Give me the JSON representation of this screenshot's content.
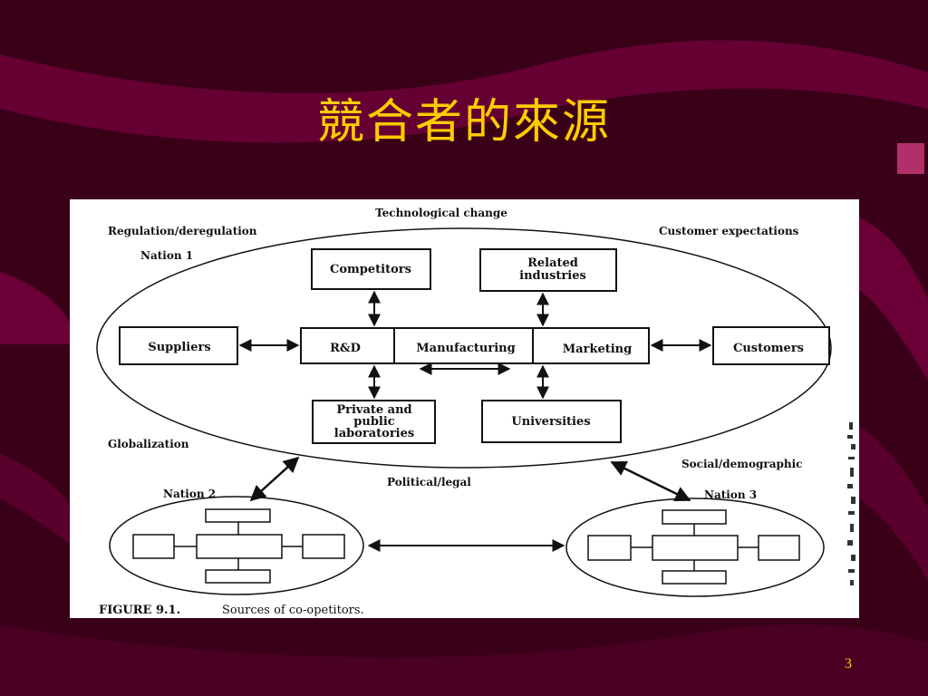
{
  "slide": {
    "title": "競合者的來源",
    "page_number": "3"
  },
  "colors": {
    "background": "#3a0018",
    "wave": "#6b0036",
    "title": "#ffcc00"
  },
  "figure": {
    "context_labels": {
      "technological_change": "Technological change",
      "regulation": "Regulation/deregulation",
      "customer_expectations": "Customer expectations",
      "globalization": "Globalization",
      "political_legal": "Political/legal",
      "social_demographic": "Social/demographic"
    },
    "nations": {
      "nation1": "Nation 1",
      "nation2": "Nation 2",
      "nation3": "Nation 3"
    },
    "boxes": {
      "competitors": "Competitors",
      "related_line1": "Related",
      "related_line2": "industries",
      "suppliers": "Suppliers",
      "rnd": "R&D",
      "manufacturing": "Manufacturing",
      "marketing": "Marketing",
      "customers": "Customers",
      "labs_line1": "Private and",
      "labs_line2": "public",
      "labs_line3": "laboratories",
      "universities": "Universities"
    },
    "caption": {
      "figure_label": "FIGURE 9.1.",
      "text": "Sources of co-opetitors."
    }
  }
}
